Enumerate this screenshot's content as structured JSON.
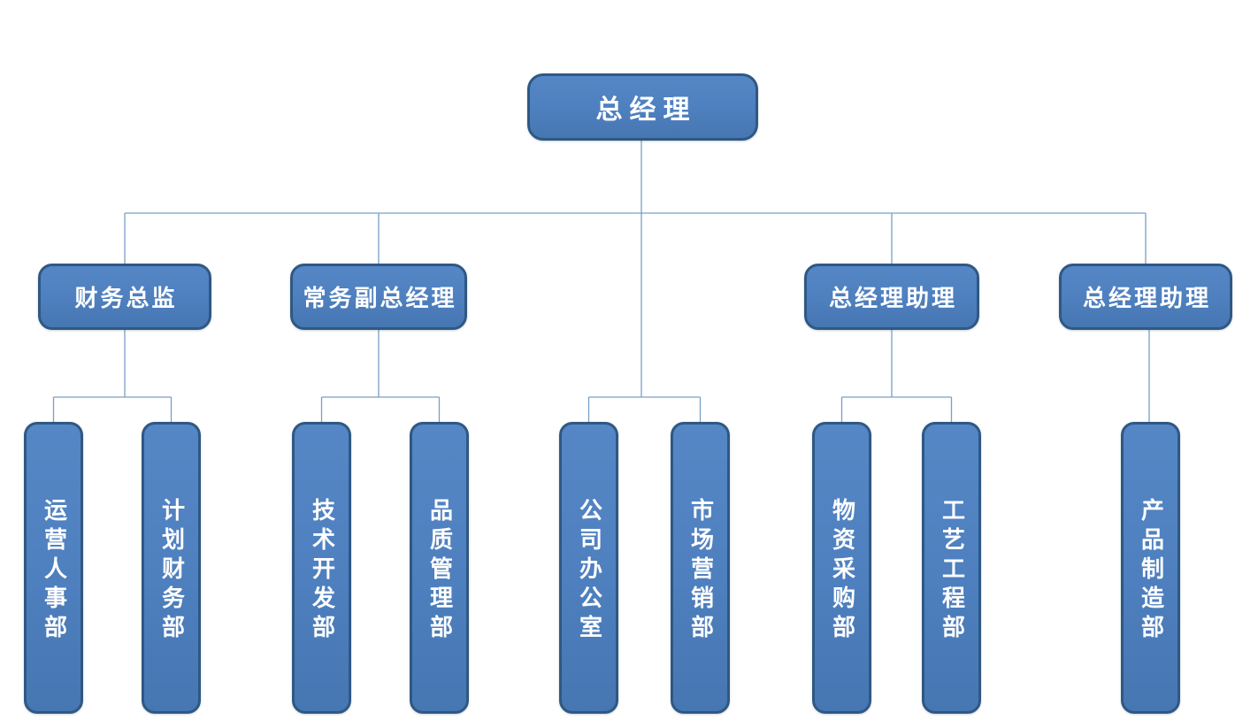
{
  "org_chart": {
    "root": {
      "label": "总经理"
    },
    "managers": [
      {
        "label": "财务总监"
      },
      {
        "label": "常务副总经理"
      },
      {
        "label": "总经理助理"
      },
      {
        "label": "总经理助理"
      }
    ],
    "departments": [
      {
        "label": "运营人事部"
      },
      {
        "label": "计划财务部"
      },
      {
        "label": "技术开发部"
      },
      {
        "label": "品质管理部"
      },
      {
        "label": "公司办公室"
      },
      {
        "label": "市场营销部"
      },
      {
        "label": "物资采购部"
      },
      {
        "label": "工艺工程部"
      },
      {
        "label": "产品制造部"
      }
    ],
    "colors": {
      "box_fill": "#4E7FBE",
      "box_fill_highlight": "#5587C6",
      "box_border": "#2F5883",
      "connector_line": "#7A9FCA",
      "text": "#FFFFFF",
      "background": "#FFFFFF"
    }
  }
}
